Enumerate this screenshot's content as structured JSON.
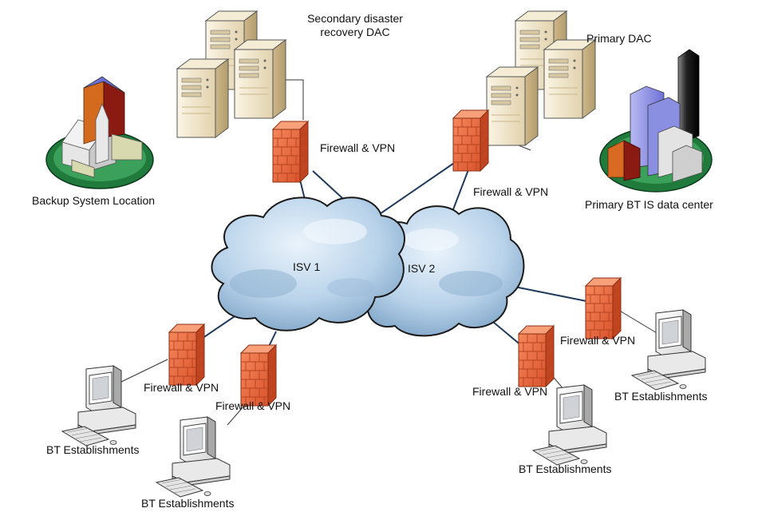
{
  "labels": {
    "secondary_dac_line1": "Secondary disaster",
    "secondary_dac_line2": "recovery DAC",
    "primary_dac": "Primary  DAC",
    "backup_location": "Backup System Location",
    "primary_datacenter": "Primary BT IS data center",
    "fw_top_left": "Firewall & VPN",
    "fw_top_right": "Firewall & VPN",
    "fw_right": "Firewall & VPN",
    "fw_lower_right": "Firewall & VPN",
    "fw_lower_left": "Firewall & VPN",
    "fw_lower_mid": "Firewall & VPN",
    "isv1": "ISV 1",
    "isv2": "ISV 2",
    "est_left": "BT Establishments",
    "est_bottom_mid": "BT Establishments",
    "est_bottom_right": "BT Establishments",
    "est_right": "BT Establishments"
  },
  "colors": {
    "link": "#1f3a5a",
    "firewall": "#e8643c",
    "cloud": "#b8d2e8",
    "server": "#e9dcc0"
  }
}
